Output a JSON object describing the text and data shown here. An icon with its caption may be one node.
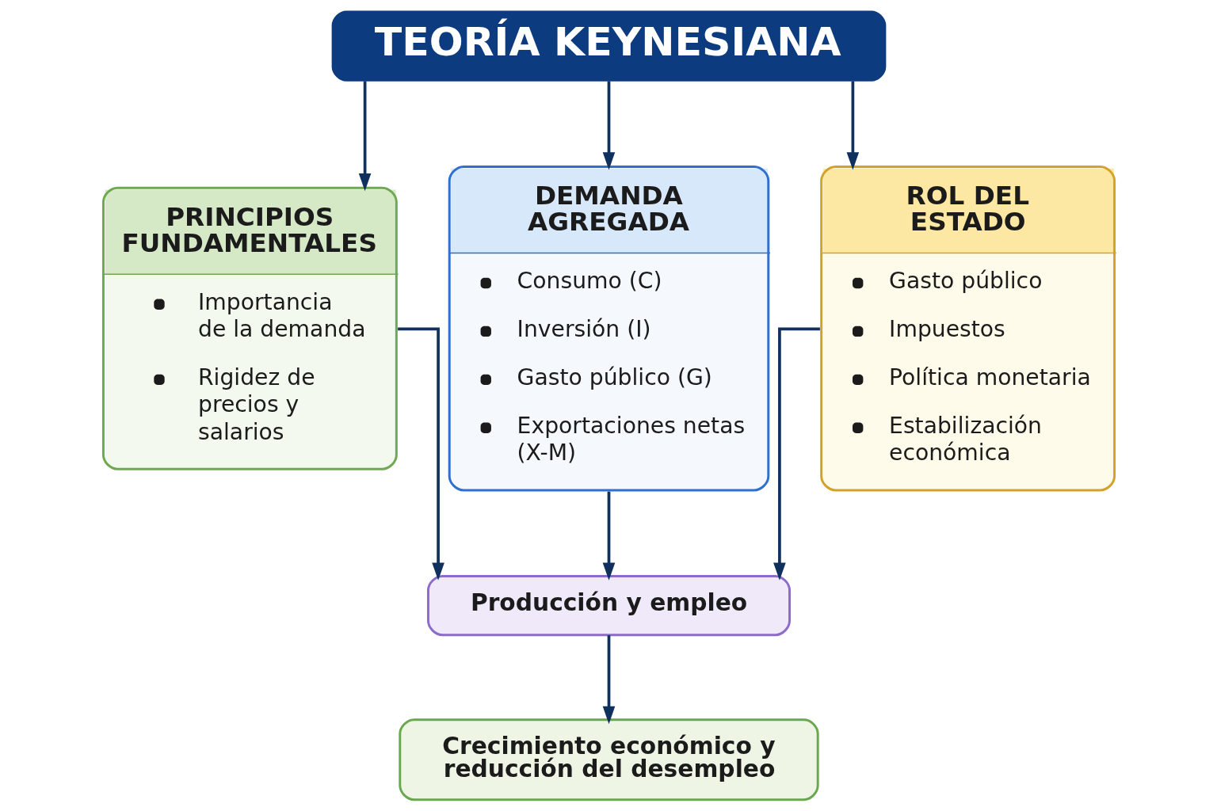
{
  "diagram": {
    "nodes": [
      {
        "text": [
          "TEORÍA KEYNESIANA"
        ]
      },
      {
        "text": [
          "PRINCIPIOS FUNDAMENTALES",
          "Importancia de la demanda",
          "Rigidez de precios y salarios"
        ]
      },
      {
        "text": [
          "DEMANDA AGREGADA",
          "Consumo (C)",
          "Inversión (I)",
          "Gasto público (G)",
          "Exportaciones netas (X-M)"
        ]
      },
      {
        "text": [
          "ROL DEL ESTADO",
          "Gasto público",
          "Impuestos",
          "Política monetaria",
          "Estabilización económica"
        ]
      },
      {
        "text": [
          "Producción y empleo"
        ]
      },
      {
        "text": [
          "Crecimiento económico y reducción del desempleo"
        ]
      }
    ],
    "edges": [
      {
        "from": 0,
        "to": 1,
        "arrow": "to"
      },
      {
        "from": 0,
        "to": 2,
        "arrow": "to"
      },
      {
        "from": 0,
        "to": 3,
        "arrow": "to"
      },
      {
        "from": 1,
        "to": 4,
        "arrow": "to"
      },
      {
        "from": 2,
        "to": 4,
        "arrow": "to"
      },
      {
        "from": 3,
        "to": 4,
        "arrow": "to"
      },
      {
        "from": 4,
        "to": 5,
        "arrow": "to"
      }
    ]
  }
}
